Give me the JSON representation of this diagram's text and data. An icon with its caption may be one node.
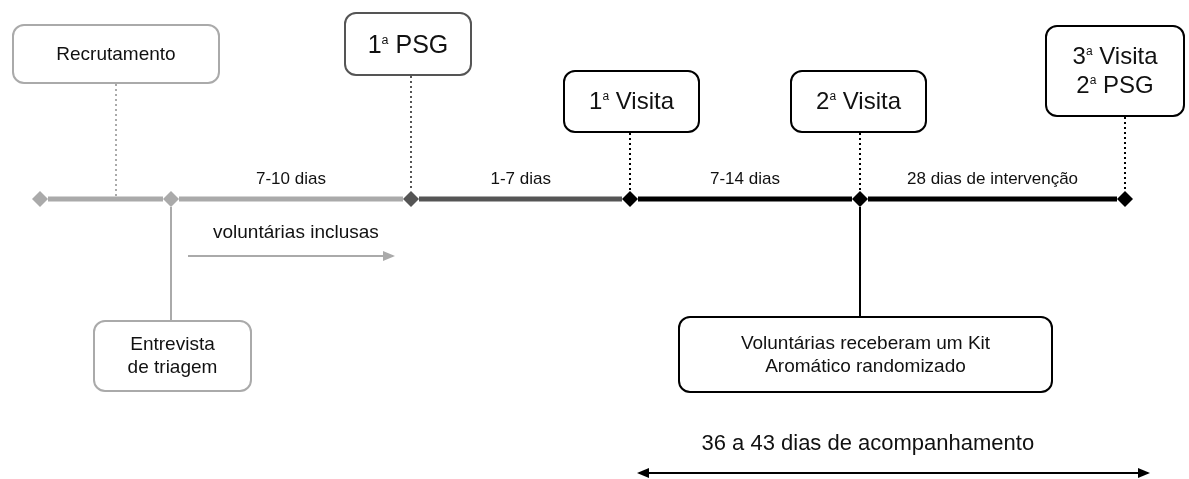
{
  "diagram": {
    "nodes": [
      {
        "text": [
          "Recrutamento"
        ]
      },
      {
        "text": [
          "1$^{a}$ PSG"
        ]
      },
      {
        "text": [
          "1$^{a}$ Visita"
        ]
      },
      {
        "text": [
          "2$^{a}$ Visita"
        ]
      },
      {
        "text": [
          "3$^{a}$ Visita 2$^{a}$ PSG"
        ]
      },
      {
        "text": [],
        "shape": "diamond"
      },
      {
        "text": [],
        "shape": "diamond"
      },
      {
        "text": [],
        "shape": "diamond"
      },
      {
        "text": [],
        "shape": "diamond"
      },
      {
        "text": [],
        "shape": "diamond"
      },
      {
        "text": [],
        "shape": "diamond"
      },
      {
        "text": [
          "Entrevista de triagem"
        ]
      },
      {
        "text": [
          "Voluntárias receberam um Kit Aromático randomizado"
        ]
      }
    ],
    "edges": [
      {
        "from": 0,
        "to": null,
        "arrow": "none",
        "style": "dashed",
        "color": "#aaaaaa"
      },
      {
        "from": 5,
        "to": 6,
        "arrow": "none",
        "style": "thick",
        "color": "#aaaaaa"
      },
      {
        "from": 6,
        "to": 7,
        "arrow": "none",
        "style": "thick",
        "color": "#aaaaaa",
        "label": "7-10 dias"
      },
      {
        "from": 1,
        "to": 7,
        "arrow": "none",
        "style": "dashed",
        "color": "#555555"
      },
      {
        "from": 7,
        "to": 8,
        "arrow": "none",
        "style": "thick",
        "color": "#555555",
        "label": "1-7 dias"
      },
      {
        "from": 2,
        "to": 8,
        "arrow": "none",
        "style": "dashed"
      },
      {
        "from": 8,
        "to": 9,
        "arrow": "none",
        "style": "thick",
        "label": "7-14 dias"
      },
      {
        "from": 3,
        "to": 9,
        "arrow": "none",
        "style": "dashed"
      },
      {
        "from": 9,
        "to": 10,
        "arrow": "none",
        "style": "thick",
        "label": "28 dias de intervenção"
      },
      {
        "from": 4,
        "to": 10,
        "arrow": "none",
        "style": "dashed"
      },
      {
        "from": 6,
        "to": 11,
        "arrow": "none",
        "color": "#aaaaaa"
      },
      {
        "from": 9,
        "to": 12,
        "arrow": "none"
      }
    ],
    "labels": [
      "voluntárias inclusas",
      "36 a 43 dias de acompanhamento"
    ]
  }
}
